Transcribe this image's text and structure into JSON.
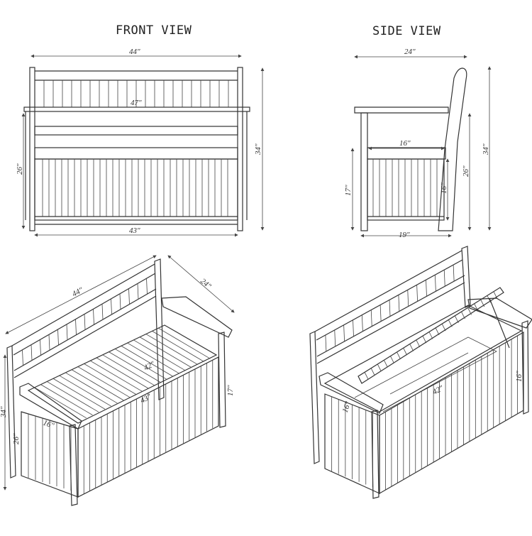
{
  "views": {
    "front": {
      "title": "FRONT VIEW",
      "dims": {
        "width_top": "44\"",
        "arm_width": "47\"",
        "height_total": "34\"",
        "height_arm": "26\"",
        "width_bottom": "43\""
      }
    },
    "side": {
      "title": "SIDE VIEW",
      "dims": {
        "depth_top": "24\"",
        "seat_depth": "16\"",
        "seat_height": "17\"",
        "box_height": "16\"",
        "arm_height": "26\"",
        "height_total": "34\"",
        "depth_bottom": "19\""
      }
    },
    "iso_closed": {
      "dims": {
        "length": "44\"",
        "depth": "24\"",
        "height": "34\"",
        "arm_height": "26\"",
        "seat_height": "17\"",
        "box_length": "43\"",
        "inner_length": "42\"",
        "inner_depth": "16\""
      }
    },
    "iso_open": {
      "dims": {
        "box_height": "16\"",
        "inner_depth": "16\"",
        "inner_length": "42\""
      }
    }
  }
}
